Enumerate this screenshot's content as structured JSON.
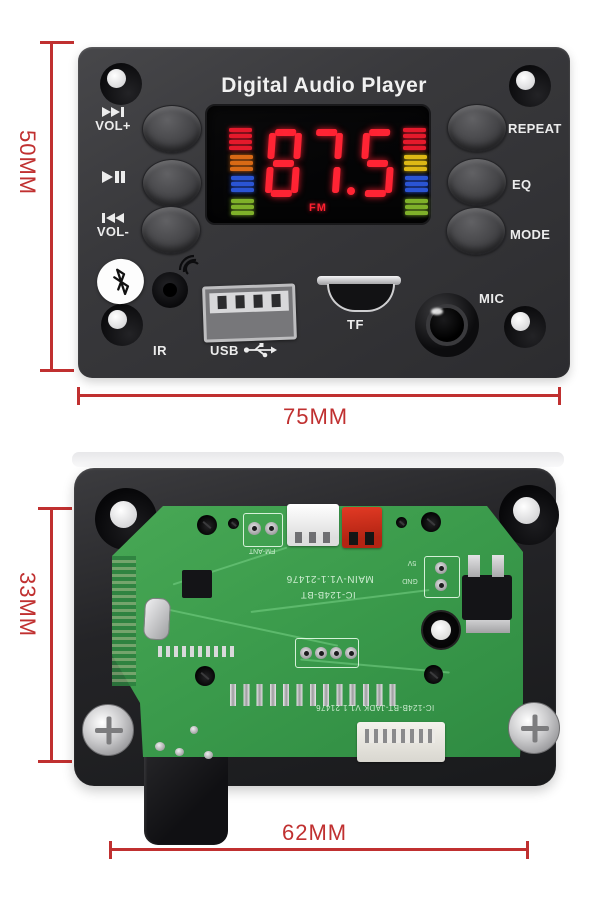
{
  "front_view": {
    "title": "Digital Audio Player",
    "display": {
      "frequency": "87.5",
      "band": "FM"
    },
    "controls": {
      "vol_plus": "VOL+",
      "vol_minus": "VOL-",
      "repeat": "REPEAT",
      "eq": "EQ",
      "mode": "MODE"
    },
    "ports": {
      "ir": "IR",
      "usb": "USB",
      "tf": "TF",
      "mic": "MIC"
    },
    "dimensions": {
      "height": "50MM",
      "width": "75MM"
    }
  },
  "back_view": {
    "silkscreen": {
      "main_label": "MAIN-V1.1-21476",
      "ic_label": "IC-124B-BT",
      "antenna_label": "FM-ANT",
      "edge_label": "IC-124B-BT-JADK V1.1 21476",
      "power_pad": "5V",
      "ground_pad": "GND"
    },
    "dimensions": {
      "height": "33MM",
      "width": "62MM"
    }
  },
  "icons": {
    "next_track": "next-track-icon",
    "play_pause": "play-pause-icon",
    "prev_track": "prev-track-icon",
    "bluetooth": "bluetooth-icon",
    "ir_signal": "ir-signal-icon",
    "usb_trident": "usb-icon"
  },
  "colors": {
    "dimension_red": "#c03030",
    "display_red": "#ff2434",
    "pcb_green": "#3a9a4b",
    "bar_red": "#e51a2c",
    "bar_orange": "#d96a16",
    "bar_yellow": "#ddb816",
    "bar_blue": "#2b55d4",
    "bar_green": "#7fb12a"
  }
}
